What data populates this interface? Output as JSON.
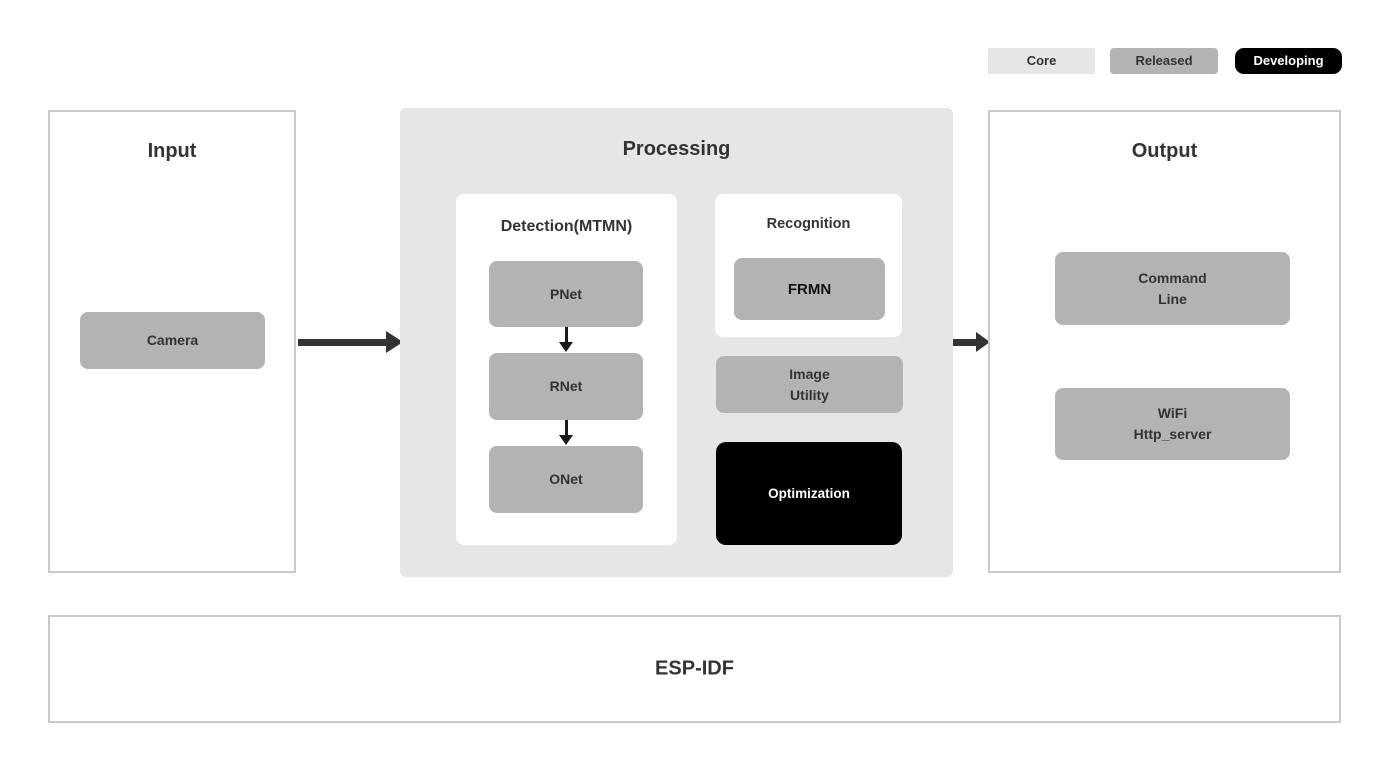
{
  "legend": {
    "core_label": "Core",
    "released_label": "Released",
    "developing_label": "Developing"
  },
  "input": {
    "title": "Input",
    "camera_label": "Camera"
  },
  "processing": {
    "title": "Processing",
    "detection": {
      "title": "Detection(MTMN)",
      "nodes": [
        "PNet",
        "RNet",
        "ONet"
      ]
    },
    "recognition": {
      "title": "Recognition",
      "node_label": "FRMN"
    },
    "image_utility": {
      "line1": "Image",
      "line2": "Utility"
    },
    "optimization_label": "Optimization"
  },
  "output": {
    "title": "Output",
    "command_line": {
      "line1": "Command",
      "line2": "Line"
    },
    "wifi": {
      "line1": "WiFi",
      "line2": "Http_server"
    }
  },
  "foundation": {
    "title": "ESP-IDF"
  },
  "colors": {
    "core": "#e6e6e6",
    "released": "#b3b3b3",
    "developing": "#000000",
    "frame_border": "#c9c9c9",
    "text": "#333333",
    "arrow": "#333333"
  }
}
